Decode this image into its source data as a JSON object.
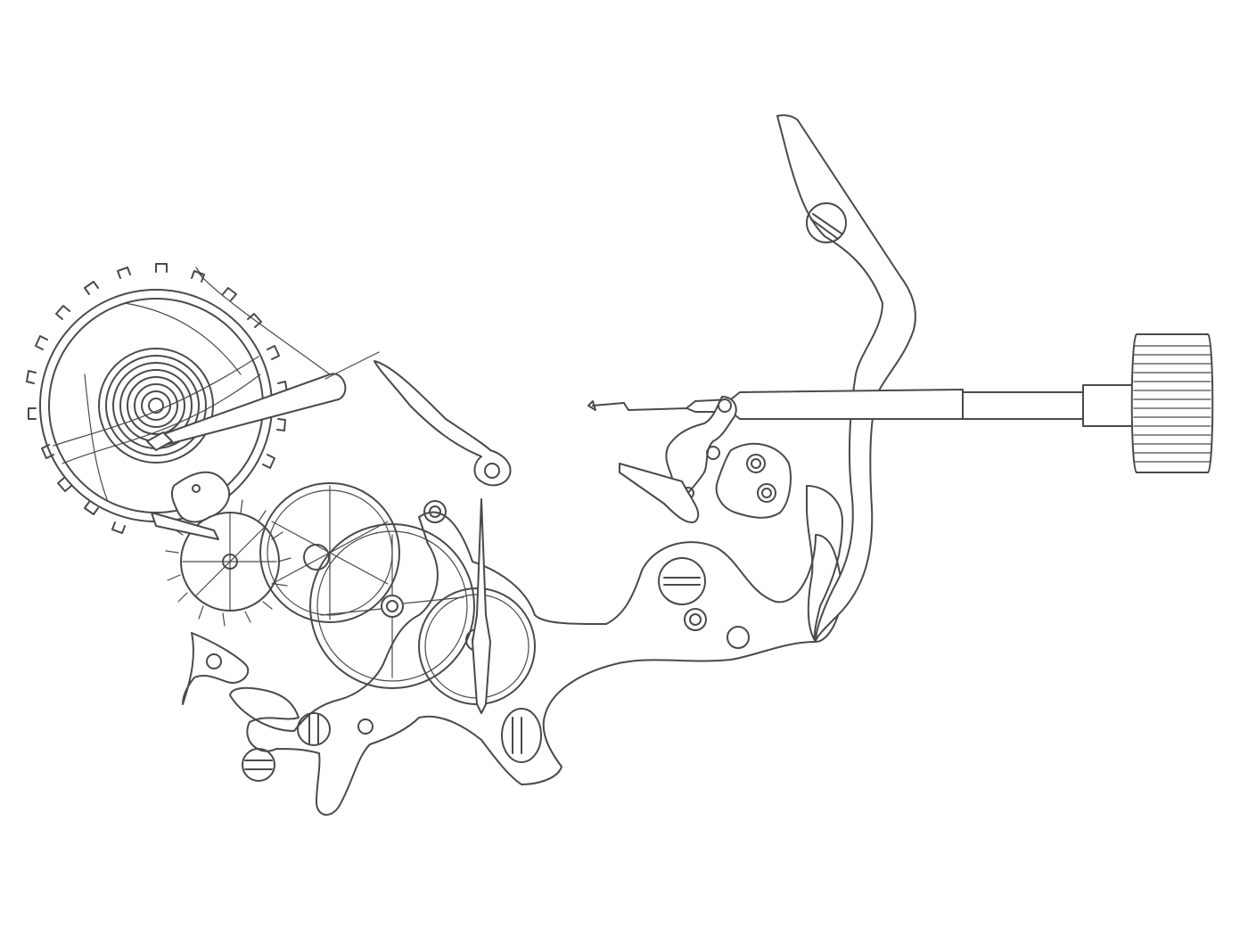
{
  "illustration": {
    "stroke_color": "#4a4a4a",
    "background": "#ffffff",
    "parts": [
      "balance-wheel",
      "hairspring",
      "regulator-index",
      "escape-wheel",
      "pallet-fork",
      "fourth-wheel",
      "third-wheel",
      "center-wheel",
      "minute-hand",
      "setting-lever",
      "yoke",
      "winding-stem",
      "crown",
      "bridge-plate",
      "screws"
    ]
  }
}
